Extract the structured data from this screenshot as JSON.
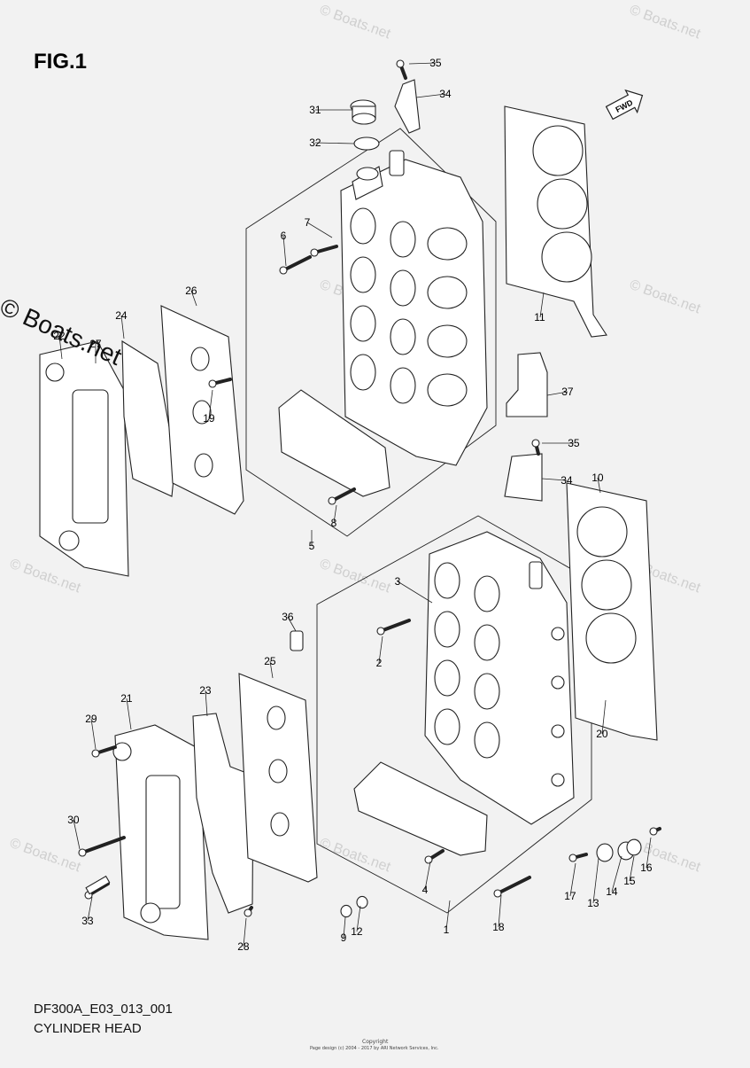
{
  "figure": {
    "title": "FIG.1",
    "code": "DF300A_E03_013_001",
    "name": "CYLINDER HEAD",
    "fwd_label": "FWD"
  },
  "watermark": {
    "side_text": "© Boats.net",
    "tile_text": "© Boats.net"
  },
  "copyright": {
    "line1": "Copyright",
    "line2": "Page design (c) 2004 - 2017 by ARI Network Services, Inc."
  },
  "callouts": [
    "1",
    "2",
    "3",
    "4",
    "5",
    "6",
    "7",
    "8",
    "9",
    "10",
    "11",
    "12",
    "13",
    "14",
    "15",
    "16",
    "17",
    "18",
    "19",
    "20",
    "21",
    "22",
    "23",
    "24",
    "25",
    "26",
    "27",
    "28",
    "29",
    "30",
    "31",
    "32",
    "33",
    "34",
    "35",
    "36",
    "37"
  ],
  "callouts_dup": [
    "34",
    "35"
  ],
  "colors": {
    "background": "#f2f2f2",
    "ink": "#222222",
    "watermark": "#cfcfcf"
  }
}
